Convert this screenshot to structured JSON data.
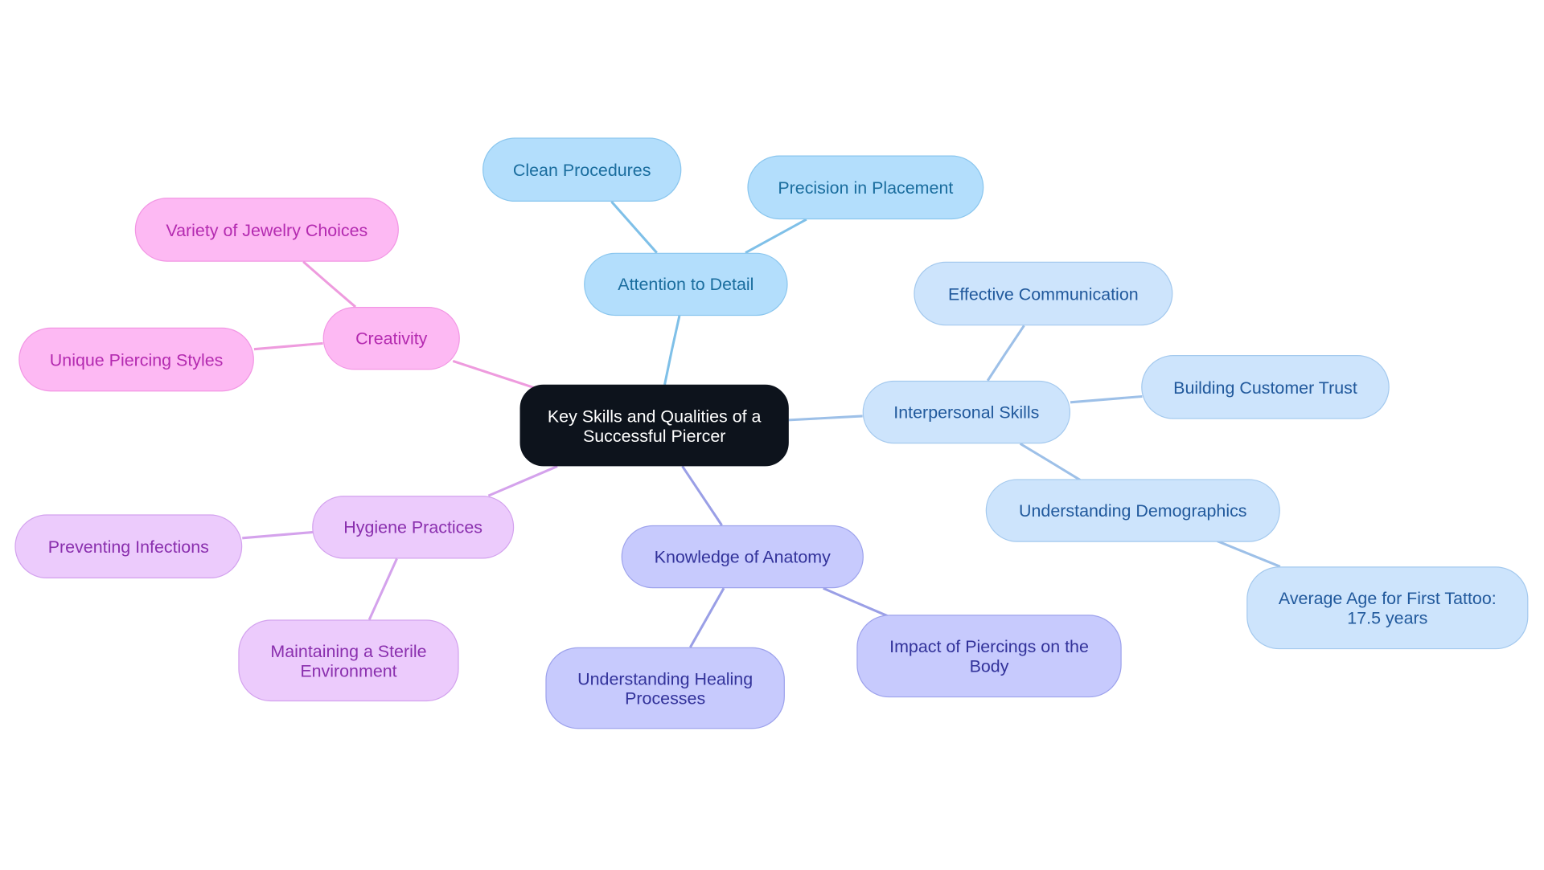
{
  "diagram": {
    "root": {
      "label": "Key Skills and Qualities of a Successful Piercer"
    },
    "branches": {
      "attention": {
        "label": "Attention to Detail",
        "children": [
          "Clean Procedures",
          "Precision in Placement"
        ]
      },
      "interpersonal": {
        "label": "Interpersonal Skills",
        "children": [
          "Effective Communication",
          "Building Customer Trust",
          "Understanding Demographics"
        ],
        "grandchild": "Average Age for First Tattoo: 17.5 years"
      },
      "anatomy": {
        "label": "Knowledge of Anatomy",
        "children": [
          "Understanding Healing Processes",
          "Impact of Piercings on the Body"
        ]
      },
      "hygiene": {
        "label": "Hygiene Practices",
        "children": [
          "Preventing Infections",
          "Maintaining a Sterile Environment"
        ]
      },
      "creativity": {
        "label": "Creativity",
        "children": [
          "Variety of Jewelry Choices",
          "Unique Piercing Styles"
        ]
      }
    },
    "colors": {
      "root": "#0d131c",
      "attention": "#b3defc",
      "interpersonal": "#cde4fc",
      "anatomy": "#c7cafd",
      "hygiene": "#eccbfc",
      "creativity": "#fdb9f3"
    }
  }
}
